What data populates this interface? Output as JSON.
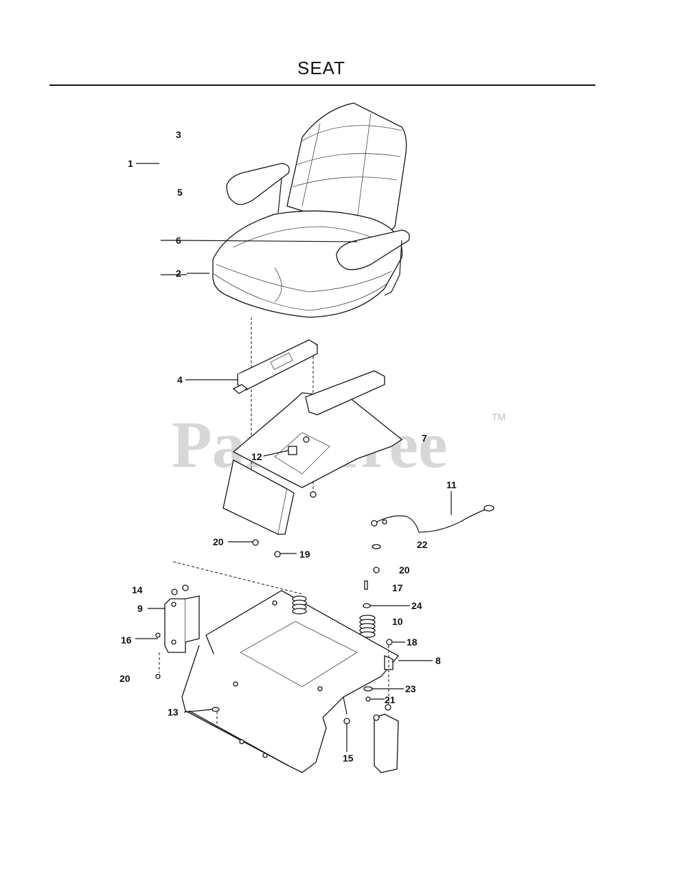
{
  "header": {
    "title": "SEAT"
  },
  "watermark": {
    "text": "PartsTree",
    "trademark": "TM"
  },
  "callouts": [
    {
      "id": "1",
      "text": "1"
    },
    {
      "id": "2",
      "text": "2"
    },
    {
      "id": "3",
      "text": "3"
    },
    {
      "id": "4",
      "text": "4"
    },
    {
      "id": "5",
      "text": "5"
    },
    {
      "id": "6",
      "text": "6"
    },
    {
      "id": "7",
      "text": "7"
    },
    {
      "id": "8",
      "text": "8"
    },
    {
      "id": "9",
      "text": "9"
    },
    {
      "id": "10",
      "text": "10"
    },
    {
      "id": "11",
      "text": "11"
    },
    {
      "id": "12",
      "text": "12"
    },
    {
      "id": "13",
      "text": "13"
    },
    {
      "id": "14",
      "text": "14"
    },
    {
      "id": "15",
      "text": "15"
    },
    {
      "id": "16",
      "text": "16"
    },
    {
      "id": "17",
      "text": "17"
    },
    {
      "id": "18",
      "text": "18"
    },
    {
      "id": "19",
      "text": "19"
    },
    {
      "id": "20a",
      "text": "20"
    },
    {
      "id": "20b",
      "text": "20"
    },
    {
      "id": "20c",
      "text": "20"
    },
    {
      "id": "21",
      "text": "21"
    },
    {
      "id": "22",
      "text": "22"
    },
    {
      "id": "23",
      "text": "23"
    },
    {
      "id": "24",
      "text": "24"
    }
  ]
}
